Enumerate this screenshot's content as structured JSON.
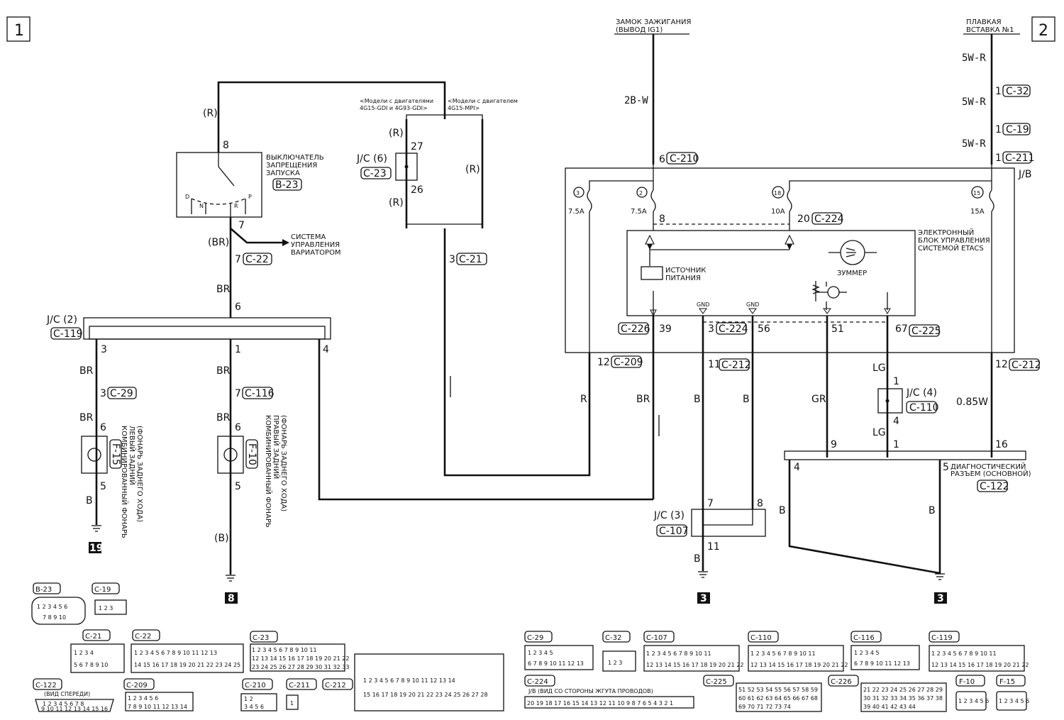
{
  "page_markers": {
    "left": "1",
    "right": "2"
  },
  "sources": {
    "ignition": {
      "line1": "ЗАМОК ЗАЖИГАНИЯ",
      "line2": "(ВЫВОД IG1)"
    },
    "fusible": {
      "line1": "ПЛАВКАЯ",
      "line2": "ВСТАВКА №1"
    }
  },
  "switch": {
    "line1": "ВЫКЛЮЧАТЕЛЬ",
    "line2": "ЗАПРЕЩЕНИЯ",
    "line3": "ЗАПУСКА",
    "connector": "B-23",
    "positions": [
      "D",
      "N",
      "R",
      "P"
    ],
    "pin_top": "8",
    "pin_bottom": "7"
  },
  "cvt_system": {
    "line1": "СИСТЕМА",
    "line2": "УПРАВЛЕНИЯ",
    "line3": "ВАРИАТОРОМ"
  },
  "models": {
    "left_line1": "<Модели с двигателями",
    "left_line2": "4G15-GDI и 4G93-GDI>",
    "right_line1": "<Модели с двигателем",
    "right_line2": "4G15-MPI>"
  },
  "jc6": {
    "label": "J/C (6)",
    "connector": "C-23",
    "pin_top": "27",
    "pin_bottom": "26"
  },
  "jc2": {
    "label": "J/C (2)",
    "connector": "C-119",
    "pins": [
      "6",
      "3",
      "1",
      "4"
    ]
  },
  "jc3": {
    "label": "J/C (3)",
    "connector": "C-107",
    "pins": [
      "7",
      "8",
      "11"
    ]
  },
  "jc4": {
    "label": "J/C (4)",
    "connector": "C-110",
    "pins": [
      "1",
      "4"
    ]
  },
  "jb_label": "J/B",
  "etacs": {
    "line1": "ЭЛЕКТРОННЫЙ",
    "line2": "БЛОК УПРАВЛЕНИЯ",
    "line3": "СИСТЕМОЙ ETACS",
    "power": {
      "line1": "ИСТОЧНИК",
      "line2": "ПИТАНИЯ"
    },
    "buzzer": "ЗУММЕР",
    "gnd": "GND"
  },
  "fuses": [
    {
      "num": "3",
      "rating": "7.5A"
    },
    {
      "num": "2",
      "rating": "7.5A"
    },
    {
      "num": "18",
      "rating": "10A"
    },
    {
      "num": "15",
      "rating": "15A"
    }
  ],
  "wire_colors": {
    "r": "(R)",
    "br_paren": "(BR)",
    "br": "BR",
    "b": "B",
    "b_paren": "(B)",
    "w2bw": "2B-W",
    "w5wr": "5W-R",
    "lg": "LG",
    "gr": "GR",
    "r_plain": "R",
    "w085": "0.85W"
  },
  "connectors": {
    "c22": "C-22",
    "c21": "C-21",
    "c210": "C-210",
    "c32": "C-32",
    "c19": "C-19",
    "c211": "C-211",
    "c224": "C-224",
    "c226": "C-226",
    "c225": "C-225",
    "c209": "C-209",
    "c212": "C-212",
    "c29": "C-29",
    "c116": "C-116",
    "c122": "C-122",
    "f15": "F-15",
    "f10": "F-10"
  },
  "pins": {
    "p1": "1",
    "p3": "3",
    "p4": "4",
    "p5": "5",
    "p6": "6",
    "p7": "7",
    "p8": "8",
    "p9": "9",
    "p11": "11",
    "p12": "12",
    "p16": "16",
    "p20": "20",
    "p39": "39",
    "p51": "51",
    "p56": "56",
    "p67": "67"
  },
  "lamps": {
    "left": {
      "line1": "ЛЕВЫЙ ЗАДНИЙ",
      "line2": "КОМБИНИРОВАННЫЙ ФОНАРЬ",
      "line3": "(ФОНАРЬ ЗАДНЕГО ХОДА)"
    },
    "right": {
      "line1": "ПРАВЫЙ ЗАДНИЙ",
      "line2": "КОМБИНИРОВАННЫЙ ФОНАРЬ",
      "line3": "(ФОНАРЬ ЗАДНЕГО ХОДА)"
    }
  },
  "diag": {
    "line1": "ДИАГНОСТИЧЕСКИЙ",
    "line2": "РАЗЪЕМ (ОСНОВНОЙ)",
    "connector": "C-122"
  },
  "grounds": [
    "19",
    "8",
    "3",
    "3"
  ],
  "legend": {
    "b23": "B-23",
    "c19": "C-19",
    "c21": "C-21",
    "c22": "C-22",
    "c23": "C-23",
    "c122": "C-122",
    "c122_note": "(ВИД СПЕРЕДИ)",
    "c209": "C-209",
    "c210": "C-210",
    "c211": "C-211",
    "c212": "C-212",
    "c29": "C-29",
    "c32": "C-32",
    "c107": "C-107",
    "c110": "C-110",
    "c116": "C-116",
    "c119": "C-119",
    "c224": "C-224",
    "jb_view": "J/B (ВИД СО СТОРОНЫ ЖГУТА ПРОВОДОВ)",
    "c225": "C-225",
    "c226": "C-226",
    "f10": "F-10",
    "f15": "F-15",
    "b23_pins_top": "1 2 3 4 5 6",
    "b23_pins_bottom": "7 8 9 10",
    "c19_pins": "1 2 3",
    "c32_pins": "1 2 3",
    "c21_pins_top": "1 2 3 4",
    "c21_pins_bottom": "5 6 7 8 9 10",
    "c29_pins_top": "1 2 3 4 5",
    "c29_pins_bottom": "6 7 8 9 10 11 12 13",
    "c116_pins_top": "1 2 3 4 5",
    "c116_pins_bottom": "6 7 8 9 10 11 12 13",
    "c22_pins_top": "1 2 3 4 5 6 7 8 9 10 11 12 13",
    "c22_pins_bottom": "14 15 16 17 18 19 20 21 22 23 24 25",
    "c23_pins_top": "1 2 3 4 5 6 7 8 9 10 11",
    "c23_pins_mid": "12 13 14 15 16 17 18 19 20 21 22",
    "c23_pins_bottom": "23 24 25 26 27 28 29 30 31 32 33",
    "c107_pins_top": "1 2 3 4 5 6 7 8 9 10 11",
    "c107_pins_bottom": "12 13 14 15 16 17 18 19 20 21 22",
    "c110_pins_top": "1 2 3 4 5 6 7 8 9 10 11",
    "c110_pins_bottom": "12 13 14 15 16 17 18 19 20 21 22",
    "c119_pins_top": "1 2 3 4 5 6 7 8 9 10 11",
    "c119_pins_bottom": "12 13 14 15 16 17 18 19 20 21 22",
    "c122_pins_top": "1 2 3 4 5 6 7 8",
    "c122_pins_bottom": "9 10 11 12 13 14 15 16",
    "c209_pins_top": "1 2 3 4 5 6",
    "c209_pins_bottom": "7 8 9 10 11 12 13 14",
    "c210_pins_top": "1 2",
    "c210_pins_bottom": "3 4 5 6",
    "c211_pins": "1",
    "c224_pins": "20 19 18 17 16 15 14 13 12 11 10 9 8 7 6 5 4 3 2 1",
    "c225_pins_top": "51 52 53 54 55 56 57 58 59",
    "c225_pins_mid": "60 61 62 63 64 65 66 67 68",
    "c225_pins_bottom": "69 70 71 72 73 74",
    "c226_pins_top": "21 22 23 24 25 26 27 28 29",
    "c226_pins_mid": "30 31 32 33 34 35 36 37 38",
    "c226_pins_bottom": "39 40 41 42 43 44",
    "big_pins_top": "1 2 3 4 5 6 7 8 9 10 11 12 13 14",
    "big_pins_bottom": "15 16 17 18 19 20 21 22 23 24 25 26 27 28",
    "f10_pins": "1 2 3 4 5 6",
    "f15_pins": "1 2 3 4 5 6"
  }
}
